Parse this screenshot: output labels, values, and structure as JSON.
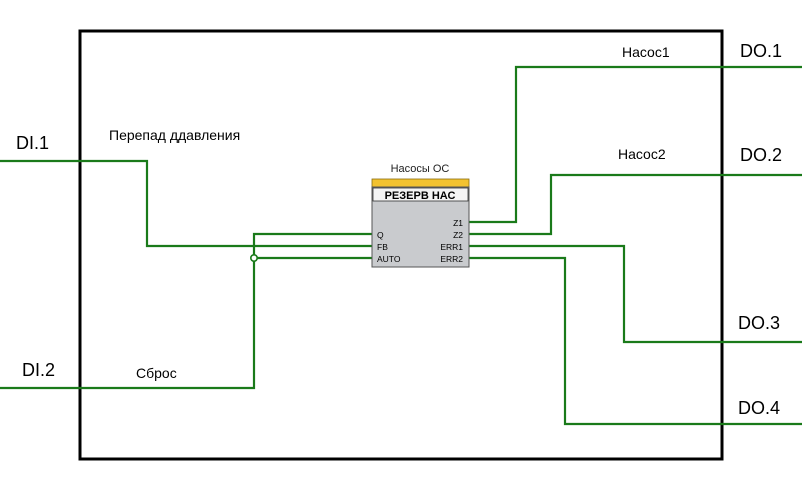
{
  "block": {
    "caption": "Насосы ОС",
    "title": "РЕЗЕРВ НАС",
    "inputs": [
      "Q",
      "FB",
      "AUTO"
    ],
    "outputs": [
      "Z1",
      "Z2",
      "ERR1",
      "ERR2"
    ]
  },
  "inputs": [
    {
      "id": "DI.1",
      "signal": "Перепад ддавления"
    },
    {
      "id": "DI.2",
      "signal": "Сброс"
    }
  ],
  "outputs": [
    {
      "id": "DO.1",
      "signal": "Насос1"
    },
    {
      "id": "DO.2",
      "signal": "Насос2"
    },
    {
      "id": "DO.3",
      "signal": ""
    },
    {
      "id": "DO.4",
      "signal": ""
    }
  ],
  "colors": {
    "wire": "#1a7a1a",
    "frame": "#000000",
    "block_body": "#c9cbce",
    "block_header": "#f2c230"
  }
}
